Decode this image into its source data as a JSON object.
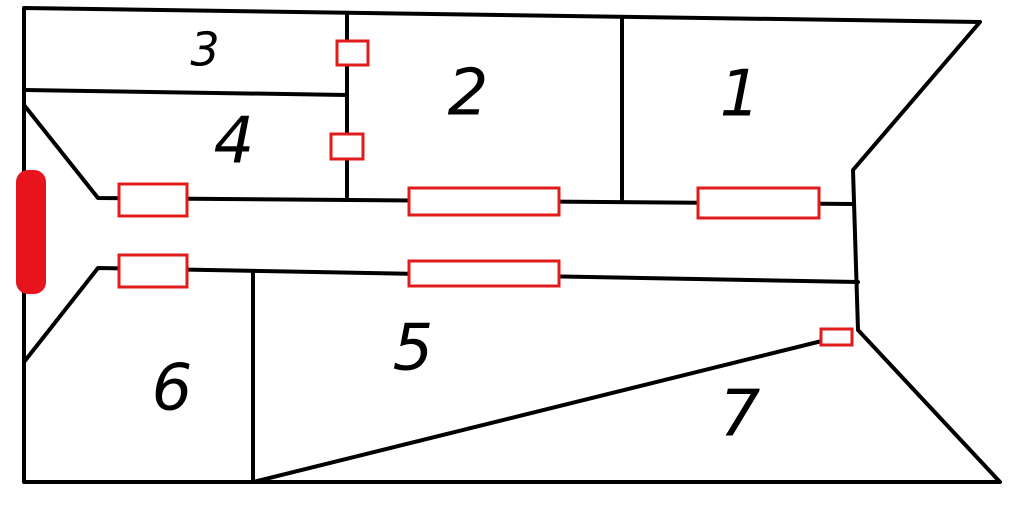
{
  "diagram": {
    "colors": {
      "wall": "#000000",
      "door": "#e11b1b",
      "entrance": "#e8141b",
      "background": "#ffffff"
    },
    "rooms": [
      {
        "id": "room-1",
        "label": "1"
      },
      {
        "id": "room-2",
        "label": "2"
      },
      {
        "id": "room-3",
        "label": "3"
      },
      {
        "id": "room-4",
        "label": "4"
      },
      {
        "id": "room-5",
        "label": "5"
      },
      {
        "id": "room-6",
        "label": "6"
      },
      {
        "id": "room-7",
        "label": "7"
      }
    ]
  }
}
